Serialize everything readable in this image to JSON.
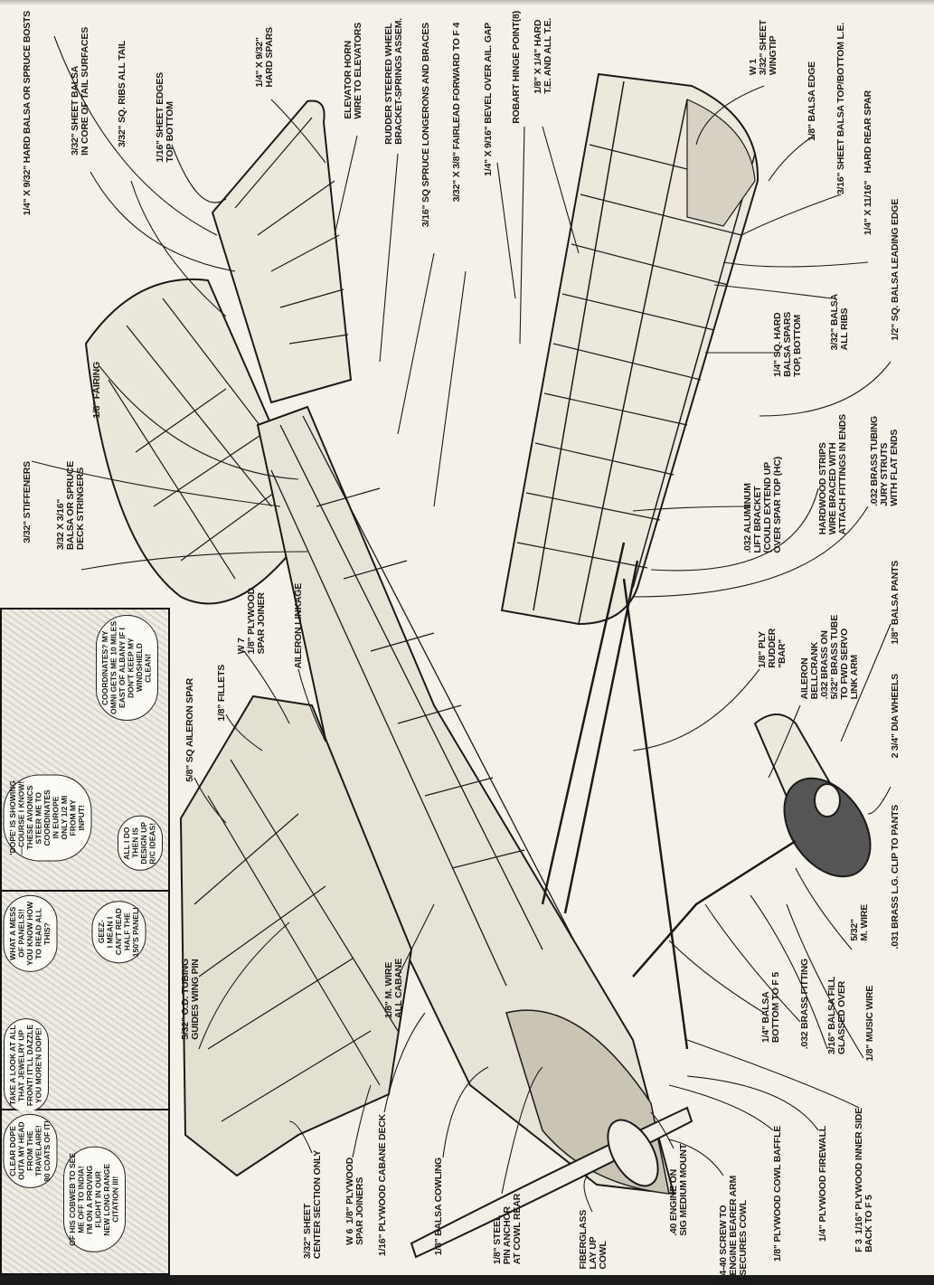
{
  "labels": {
    "tail_posts": "1/4\" X 9/32\" HARD BALSA OR SPRUCE BOSTS",
    "tail_core": "3/32\" SHEET BALSA\nIN CORE OF TAIL SURFACES",
    "tail_ribs": "3/32\" SQ. RIBS ALL TAIL",
    "tail_edges": "1/16\" SHEET EDGES\nTOP BOTTOM",
    "tail_spars": "1/4\" X 9/32\"\nHARD SPARS",
    "elevator_horn": "ELEVATOR HORN\nWIRE TO ELEVATORS",
    "rudder_wheel": "RUDDER STEERED WHEEL\nBRACKET-SPRINGS ASSEM.",
    "longerons": "3/16\" SQ SPRUCE LONGERONS AND BRACES",
    "fairlead": "3/32\" X 3/8\" FAIRLEAD FORWARD TO F 4",
    "bevel": "1/4\" X 9/16\" BEVEL OVER AIL. GAP",
    "hinge": "ROBART HINGE POINT(8)",
    "te": "1/8\" X 1/4\" HARD\nT.E. AND ALL T.E.",
    "wingtip": "W 1\n3/32\" SHEET\nWINGTIP",
    "balsa_edge": "1/8\" BALSA EDGE",
    "sheet_le": "3/16\" SHEET BALSA TOP/BOTTOM L.E.",
    "rear_spar": "1/4\" X 11/16\"   HARD REAR SPAR",
    "leading_edge": "1/2\" SQ. BALSA LEADING EDGE",
    "spars": "1/4\" SQ. HARD\nBALSA SPARS\nTOP, BOTTOM",
    "ribs": "3/32\" BALSA\nALL RIBS",
    "lift_bracket": ".032 ALUMINUM\nLIFT BRACKET\n(COULD EXTEND UP\nOVER SPAR TOP (HC)",
    "hardwood_strips": "HARDWOOD STRIPS\nWIRE BRACED WITH\nATTACH FITTINGS IN ENDS",
    "jury_struts": ".032 BRASS TUBING\nJURY STRUTS\nWITH FLAT ENDS",
    "rudder_bar": "1/8\" PLY\nRUDDER\n\"BAR\"",
    "bellcrank": "AILERON\nBELLCRANK\n.032 BRASS ON\n5/32\" BRASS TUBE\nTO FWD SERVO\nLINK ARM",
    "pants": "1/8\" BALSA PANTS",
    "wheels": "2 3/4\" DIA WHEELS",
    "lg_clip": ".031 BRASS L.G. CLIP TO PANTS",
    "m_wire": "5/32\"\nM. WIRE",
    "balsa_bottom": "1/4\" BALSA\nBOTTOM TO F 5",
    "brass_fitting": ".032 BRASS FITTING",
    "balsa_fill": "3/16\" BALSA FILL\nGLASSED OVER",
    "music_wire": "1/8\" MUSIC WIRE",
    "inner_side": "F 3  1/16\" PLYWOOD INNER SIDE\nBACK TO F 5",
    "firewall": "1/4\" PLYWOOD FIREWALL",
    "cowl_baffle": "1/8\" PLYWOOD COWL BAFFLE",
    "screw": "4-40 SCREW TO\nENGINE BEARER ARM\nSECURES COWL",
    "engine": ".40 ENGINE ON\nSIG MEDIUM MOUNT",
    "fiberglass": "FIBERGLASS\nLAY UP\nCOWL",
    "steel_pin": "1/8\" STEEL\nPIN ANCHOR\nAT COWL REAR",
    "cowling": "1/8\" BALSA COWLING",
    "cabane_deck": "1/16\" PLYWOOD CABANE DECK",
    "spar_joiners": "W 6  1/8\" PLYWOOD\nSPAR JOINERS",
    "center_section": "3/32\" SHEET\nCENTER SECTION ONLY",
    "fairing": "1/8\" FAIRING",
    "stiffeners": "3/32\" STIFFENERS",
    "deck_stringers": "3/32 X 3/16\"\nBALSA OR SPRUCE\nDECK STRINGERS",
    "spar_joiner_w7": "W 7\n1/8\" PLYWOOD\nSPAR JOINER",
    "aileron_linkage": "AILERON LINKAGE",
    "fillets": "1/8\" FILLETS",
    "aileron_spar": "5/8\" SQ AILERON SPAR",
    "wing_pin": "5/32\" O.D. TUBING\nGUIDES WING PIN",
    "cabane_wire": "1/8\" M. WIRE\nALL CABANE"
  },
  "comic": {
    "coordinates": "COORDINATES? MY\nOMNI GETS ME 10 MILES\nEAST OF ALBANY IF I\nDON'T KEEP MY\nWINDSHIELD\nCLEAN!",
    "dope_showing": "'DOPE' IS SHOWING\n—COURSE I KNOW!\nTHESE AVIONICS\nSTEER ME TO\nCOORDINATES\nIN EUROPE\nONLY 1/2 MI\nFROM MY\nINPUT!",
    "all_i_do": "ALL I DO\nTHEN IS\nDESIGN UP\nR/C IDEAS!",
    "what_a_mess": "WHAT A MESS\nOF PANELS!!\nYOU KNOW HOW\nTO READ ALL\nTHIS?",
    "geez": "GEEZ-\nI MEAN I\nCAN'T READ\nHALF THE\n150'S PANEL!",
    "take_a_look": "TAKE A LOOK AT ALL\nTHAT JEWELRY UP\nFRONT! IT'LL DAZZLE\nYOU MORE'N DOPE!",
    "clear_dope": "CLEAR DOPE\nOUTA MY HEAD\nFROM THE\nTRAVELAIRE!\n80 COATS OF IT!",
    "cobweb": "OF HIS COBWEB TO SEE\nME OFF TO INDIA!\nI'M ON A PROVING\nFLIGHT IN OUR\nNEW LONG RANGE\nCITATION III!"
  }
}
